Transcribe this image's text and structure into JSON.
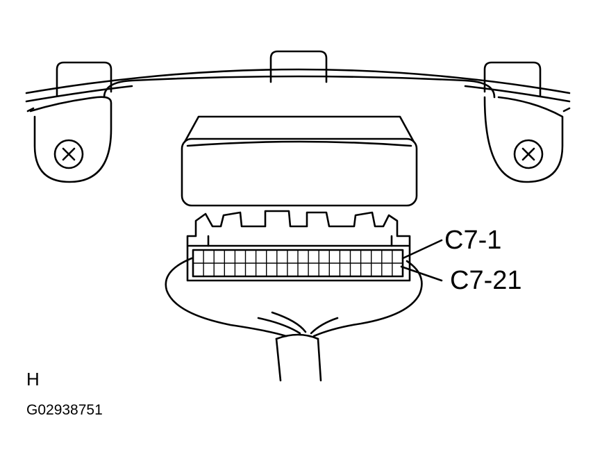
{
  "labels": {
    "pin_top": "C7-1",
    "pin_bottom": "C7-21"
  },
  "section_letter": "H",
  "figure_code": "G02938751",
  "connector": {
    "columns": 20,
    "rows": 2
  }
}
